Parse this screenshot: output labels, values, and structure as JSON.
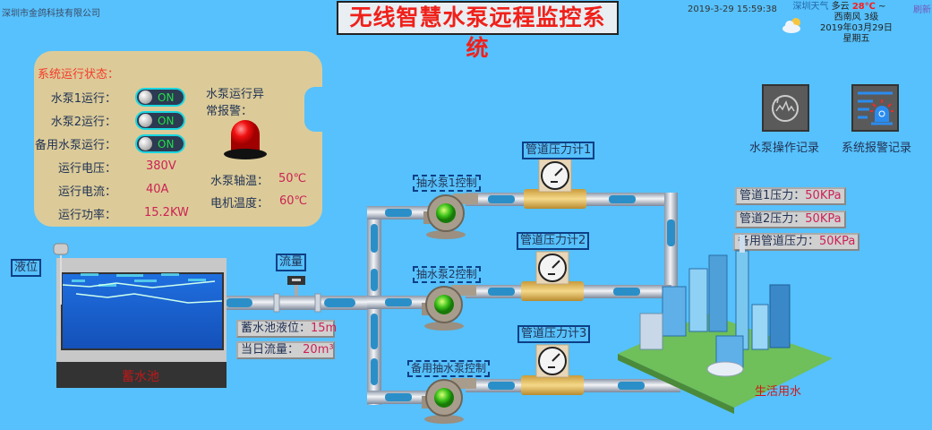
{
  "company": "深圳市金鸽科技有限公司",
  "title": "无线智慧水泵远程监控系统",
  "datetime": "2019-3-29 15:59:38",
  "weather": {
    "city": "深圳天气",
    "condition": "多云",
    "temp": "28℃",
    "temp_suffix": "~",
    "wind": "西南风 3级",
    "date": "2019年03月29日",
    "weekday": "星期五",
    "icon": "partly-cloudy-icon"
  },
  "refresh": "刷新",
  "status": {
    "title": "系统运行状态：",
    "pump1_label": "水泵1运行：",
    "pump2_label": "水泵2运行：",
    "backup_label": "备用水泵运行：",
    "toggle_text": "ON",
    "voltage_label": "运行电压：",
    "voltage": "380V",
    "current_label": "运行电流：",
    "current": "40A",
    "power_label": "运行功率：",
    "power": "15.2KW",
    "alarm_label_1": "水泵运行异",
    "alarm_label_2": "常报警：",
    "bearing_temp_label": "水泵轴温：",
    "bearing_temp": "50℃",
    "motor_temp_label": "电机温度：",
    "motor_temp": "60℃"
  },
  "buttons": {
    "pump_log": "水泵操作记录",
    "alarm_log": "系统报警记录"
  },
  "pressures": [
    {
      "label": "管道1压力：",
      "value": "50KPa"
    },
    {
      "label": "管道2压力：",
      "value": "50KPa"
    },
    {
      "label": "备用管道压力：",
      "value": "50KPa"
    }
  ],
  "tank": {
    "level_tag": "液位",
    "name": "蓄水池",
    "flow_tag": "流量",
    "level_label": "蓄水池液位：",
    "level": "15m",
    "flow_label": "当日流量：",
    "flow": "20m³"
  },
  "gauges": [
    "管道压力计1",
    "管道压力计2",
    "管道压力计3"
  ],
  "pump_controls": [
    "抽水泵1控制",
    "抽水泵2控制",
    "备用抽水泵控制"
  ],
  "city_label": "生活用水",
  "colors": {
    "background": "#56c1fc",
    "panel": "#dccb98",
    "value": "#cc2255",
    "title": "#f0201a",
    "on": "#22e04a"
  }
}
